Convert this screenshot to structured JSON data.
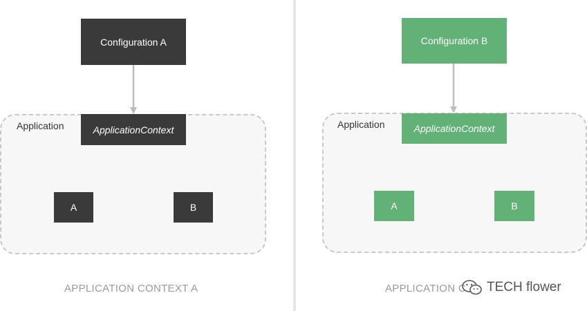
{
  "panels": [
    {
      "config_label": "Configuration A",
      "app_label": "Application",
      "context_label": "ApplicationContext",
      "bean_a": "A",
      "bean_b": "B",
      "caption": "APPLICATION CONTEXT A",
      "color": "#3a3a3a"
    },
    {
      "config_label": "Configuration B",
      "app_label": "Application",
      "context_label": "ApplicationContext",
      "bean_a": "A",
      "bean_b": "B",
      "caption": "APPLICATION C",
      "color": "#62b176"
    }
  ],
  "watermark": {
    "text": "TECH flower",
    "icon": "wechat-icon"
  },
  "colors": {
    "arrow": "#bdbdbd",
    "dashed_border": "#c9c9c9",
    "caption": "#9a9a9a"
  }
}
